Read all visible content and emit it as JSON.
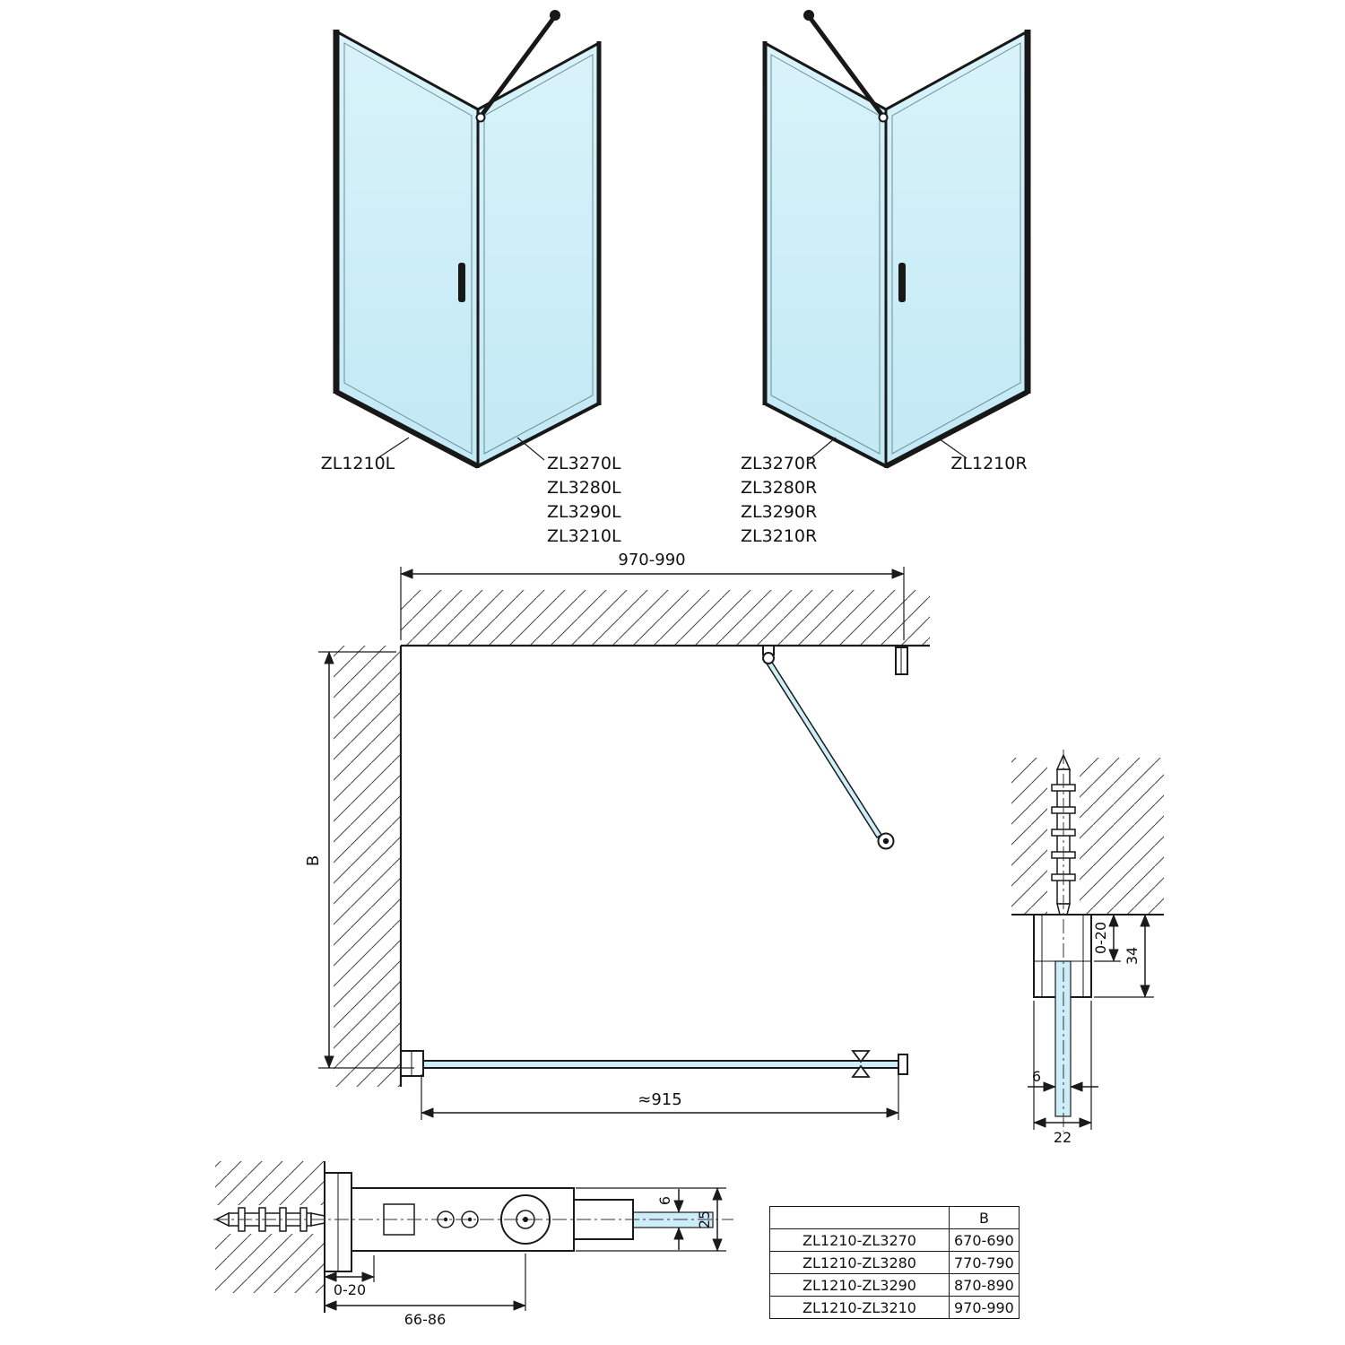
{
  "elevations": {
    "left": {
      "door_label": "ZL1210L",
      "panel_labels": [
        "ZL3270L",
        "ZL3280L",
        "ZL3290L",
        "ZL3210L"
      ]
    },
    "right": {
      "door_label": "ZL1210R",
      "panel_labels": [
        "ZL3270R",
        "ZL3280R",
        "ZL3290R",
        "ZL3210R"
      ]
    }
  },
  "plan": {
    "dim_width": "970-990",
    "dim_depth": "B",
    "dim_glass": "≈915"
  },
  "wall_profile_detail": {
    "dim_adjust": "0-20",
    "dim_height": "34",
    "dim_glass": "6",
    "dim_width": "22"
  },
  "hinge_detail": {
    "dim_adjust": "0-20",
    "dim_range": "66-86",
    "dim_glass": "6",
    "dim_height": "25"
  },
  "table": {
    "header_b": "B",
    "rows": [
      {
        "combo": "ZL1210-ZL3270",
        "b": "670-690"
      },
      {
        "combo": "ZL1210-ZL3280",
        "b": "770-790"
      },
      {
        "combo": "ZL1210-ZL3290",
        "b": "870-890"
      },
      {
        "combo": "ZL1210-ZL3210",
        "b": "970-990"
      }
    ]
  },
  "colors": {
    "glass": "#cdeef8",
    "line": "#1a1a1a"
  }
}
